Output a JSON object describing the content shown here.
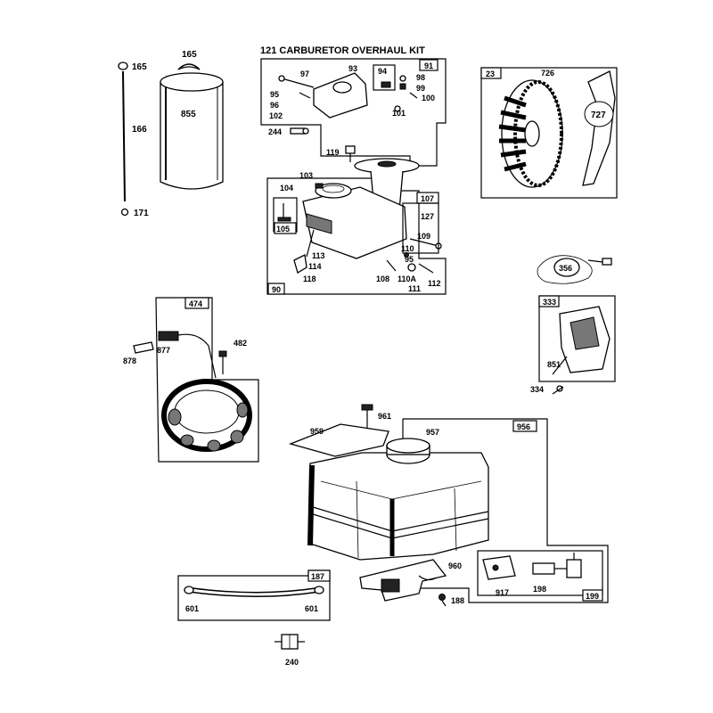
{
  "kit_title": "121 CARBURETOR OVERHAUL KIT",
  "labels": {
    "p165a": "165",
    "p165b": "165",
    "p166": "166",
    "p171": "171",
    "p855": "855",
    "p97": "97",
    "p93": "93",
    "p94": "94",
    "p91": "91",
    "p98": "98",
    "p99": "99",
    "p95a": "95",
    "p96": "96",
    "p102": "102",
    "p100": "100",
    "p101": "101",
    "p244": "244",
    "p119": "119",
    "p103": "103",
    "p104": "104",
    "p107": "107",
    "p127": "127",
    "p105": "105",
    "p109": "109",
    "p110": "110",
    "p95b": "95",
    "p113": "113",
    "p114": "114",
    "p118": "118",
    "p108": "108",
    "p110a": "110A",
    "p111": "111",
    "p112": "112",
    "p90": "90",
    "p23": "23",
    "p726": "726",
    "p727": "727",
    "p356": "356",
    "p333": "333",
    "p851": "851",
    "p334": "334",
    "p474": "474",
    "p482": "482",
    "p877": "877",
    "p878": "878",
    "p961": "961",
    "p959": "959",
    "p957": "957",
    "p956": "956",
    "p960": "960",
    "p188": "188",
    "p917": "917",
    "p198": "198",
    "p199": "199",
    "p187": "187",
    "p601a": "601",
    "p601b": "601",
    "p240": "240"
  }
}
